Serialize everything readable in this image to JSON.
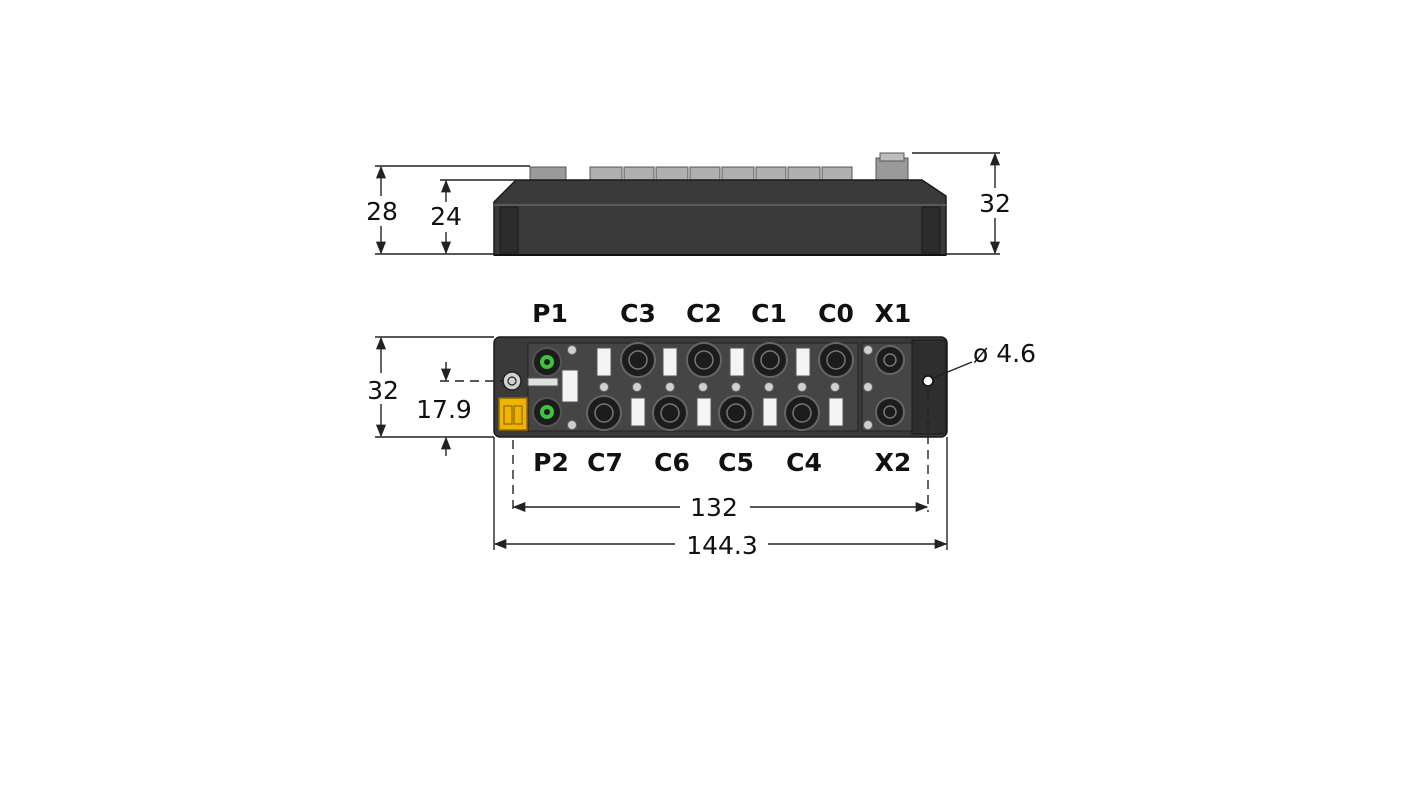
{
  "side_view": {
    "dimensions": {
      "height_total": "28",
      "height_body": "24",
      "height_with_connector": "32"
    }
  },
  "top_view": {
    "dimensions": {
      "depth": "32",
      "connector_offset": "17.9",
      "hole_spacing": "132",
      "overall_length": "144.3",
      "hole_diameter": "ø 4.6"
    },
    "port_labels_top": [
      "P1",
      "C3",
      "C2",
      "C1",
      "C0",
      "X1"
    ],
    "port_labels_bottom": [
      "P2",
      "C7",
      "C6",
      "C5",
      "C4",
      "X2"
    ]
  },
  "colors": {
    "housing": "#3a3a3a",
    "housing_light": "#5a5a5a",
    "connector": "#1c1c1c",
    "ethernet_led": "#3cc43c",
    "power_connector": "#f0b400"
  }
}
